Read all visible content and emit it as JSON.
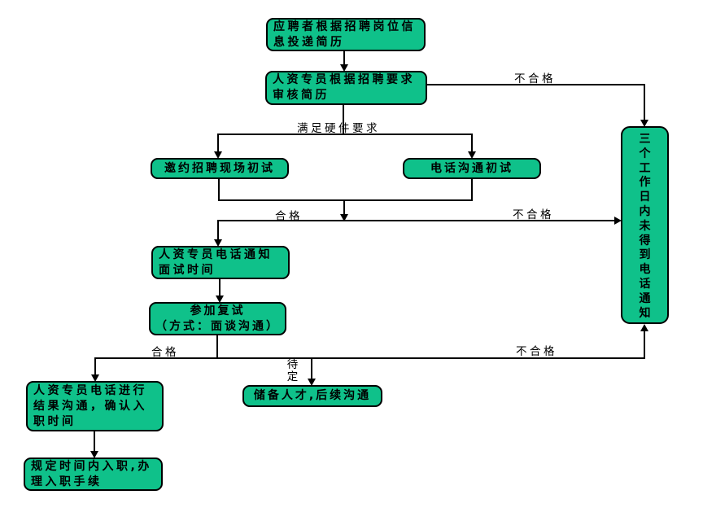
{
  "diagram": {
    "type": "flowchart",
    "background_color": "#ffffff",
    "node_fill_color": "#0fc18a",
    "node_border_color": "#000000",
    "connector_color": "#000000",
    "nodes": {
      "apply": "应聘者根据招聘岗位信息投递简历",
      "review": "人资专员根据招聘要求审核简历",
      "onsite_first_test": "邀约招聘现场初试",
      "phone_first_test": "电话沟通初试",
      "notify_interview_time": "人资专员电话通知面试时间",
      "second_interview": "参加复试\n（方式：面谈沟通）",
      "result_communication": "人资专员电话进行结果沟通，确认入职时间",
      "talent_reserve": "储备人才,后续沟通",
      "onboarding": "规定时间内入职,办理入职手续",
      "no_call_notice": "三个工作日内未得到电话通知"
    },
    "edge_labels": {
      "unqualified_top": "不合格",
      "meets_hardware": "满足硬件要求",
      "qualified_mid": "合格",
      "unqualified_mid": "不合格",
      "qualified_bottom": "合格",
      "pending": "待定",
      "unqualified_bottom": "不合格"
    }
  }
}
